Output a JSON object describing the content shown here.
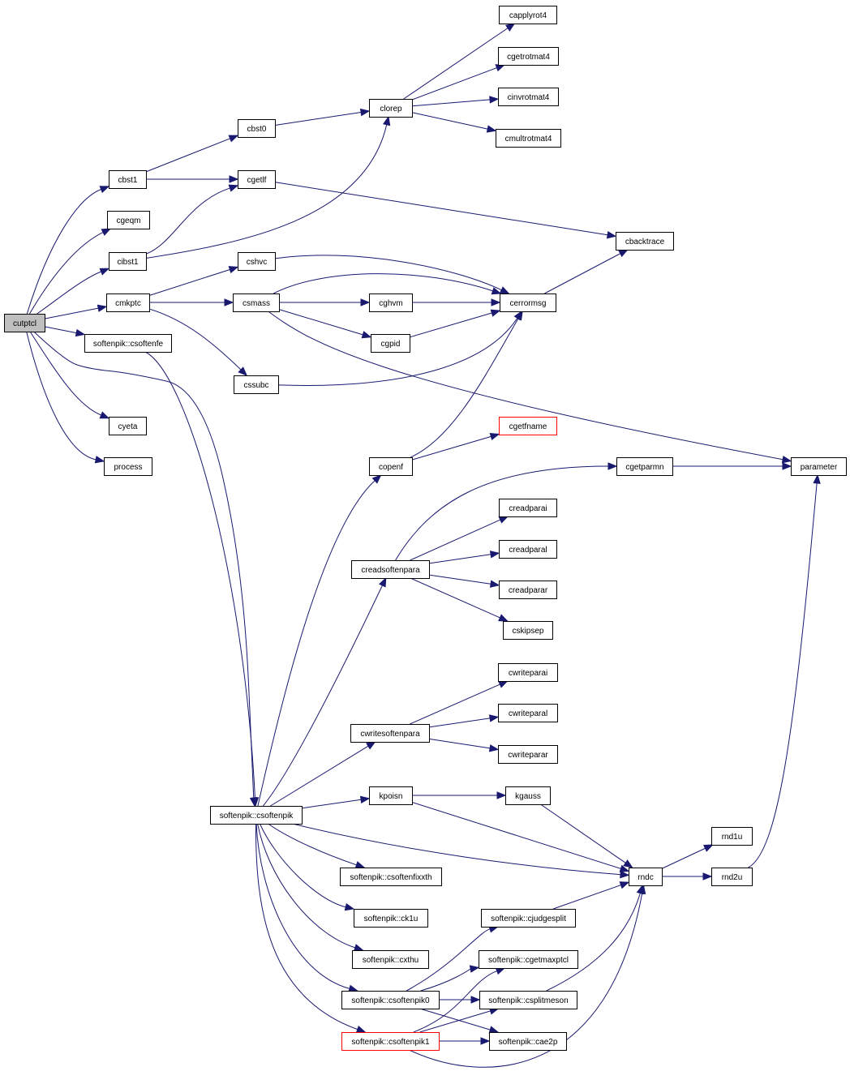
{
  "graph": {
    "edge_color": "#191970",
    "root_fill": "#bfbfbf",
    "missing_stroke": "#ff0000",
    "nodes": [
      {
        "id": "cutptcl",
        "label": "cutptcl",
        "root": true
      },
      {
        "id": "cbst1",
        "label": "cbst1"
      },
      {
        "id": "cgeqm",
        "label": "cgeqm"
      },
      {
        "id": "cibst1",
        "label": "cibst1"
      },
      {
        "id": "cmkptc",
        "label": "cmkptc"
      },
      {
        "id": "csoftenfe",
        "label": "softenpik::csoftenfe"
      },
      {
        "id": "cyeta",
        "label": "cyeta"
      },
      {
        "id": "process",
        "label": "process"
      },
      {
        "id": "csoftenpik",
        "label": "softenpik::csoftenpik"
      },
      {
        "id": "cbst0",
        "label": "cbst0"
      },
      {
        "id": "cgetlf",
        "label": "cgetlf"
      },
      {
        "id": "cshvc",
        "label": "cshvc"
      },
      {
        "id": "csmass",
        "label": "csmass"
      },
      {
        "id": "cssubc",
        "label": "cssubc"
      },
      {
        "id": "clorep",
        "label": "clorep"
      },
      {
        "id": "capplyrot4",
        "label": "capplyrot4"
      },
      {
        "id": "cgetrotmat4",
        "label": "cgetrotmat4"
      },
      {
        "id": "cinvrotmat4",
        "label": "cinvrotmat4"
      },
      {
        "id": "cmultrotmat4",
        "label": "cmultrotmat4"
      },
      {
        "id": "cbacktrace",
        "label": "cbacktrace"
      },
      {
        "id": "cghvm",
        "label": "cghvm"
      },
      {
        "id": "cgpid",
        "label": "cgpid"
      },
      {
        "id": "cerrormsg",
        "label": "cerrormsg"
      },
      {
        "id": "copenf",
        "label": "copenf"
      },
      {
        "id": "cgetfname",
        "label": "cgetfname",
        "missing": true
      },
      {
        "id": "cgetparmn",
        "label": "cgetparmn"
      },
      {
        "id": "parameter",
        "label": "parameter"
      },
      {
        "id": "creadsoftenpara",
        "label": "creadsoftenpara"
      },
      {
        "id": "creadparai",
        "label": "creadparai"
      },
      {
        "id": "creadparal",
        "label": "creadparal"
      },
      {
        "id": "creadparar",
        "label": "creadparar"
      },
      {
        "id": "cskipsep",
        "label": "cskipsep"
      },
      {
        "id": "cwritesoftenpara",
        "label": "cwritesoftenpara"
      },
      {
        "id": "cwriteparai",
        "label": "cwriteparai"
      },
      {
        "id": "cwriteparal",
        "label": "cwriteparal"
      },
      {
        "id": "cwriteparar",
        "label": "cwriteparar"
      },
      {
        "id": "kpoisn",
        "label": "kpoisn"
      },
      {
        "id": "kgauss",
        "label": "kgauss"
      },
      {
        "id": "rndc",
        "label": "rndc"
      },
      {
        "id": "rnd1u",
        "label": "rnd1u"
      },
      {
        "id": "rnd2u",
        "label": "rnd2u"
      },
      {
        "id": "csoftenfixxth",
        "label": "softenpik::csoftenfixxth"
      },
      {
        "id": "ck1u",
        "label": "softenpik::ck1u"
      },
      {
        "id": "cxthu",
        "label": "softenpik::cxthu"
      },
      {
        "id": "cjudgesplit",
        "label": "softenpik::cjudgesplit"
      },
      {
        "id": "cgetmaxptcl",
        "label": "softenpik::cgetmaxptcl"
      },
      {
        "id": "csoftenpik0",
        "label": "softenpik::csoftenpik0"
      },
      {
        "id": "csplitmeson",
        "label": "softenpik::csplitmeson"
      },
      {
        "id": "csoftenpik1",
        "label": "softenpik::csoftenpik1",
        "missing": true
      },
      {
        "id": "cae2p",
        "label": "softenpik::cae2p"
      }
    ],
    "edges": [
      [
        "cutptcl",
        "cbst1"
      ],
      [
        "cutptcl",
        "cgeqm"
      ],
      [
        "cutptcl",
        "cibst1"
      ],
      [
        "cutptcl",
        "cmkptc"
      ],
      [
        "cutptcl",
        "csoftenfe"
      ],
      [
        "cutptcl",
        "cyeta"
      ],
      [
        "cutptcl",
        "process"
      ],
      [
        "cutptcl",
        "csoftenpik"
      ],
      [
        "cbst1",
        "cbst0"
      ],
      [
        "cbst1",
        "cgetlf"
      ],
      [
        "cbst0",
        "clorep"
      ],
      [
        "clorep",
        "capplyrot4"
      ],
      [
        "clorep",
        "cgetrotmat4"
      ],
      [
        "clorep",
        "cinvrotmat4"
      ],
      [
        "clorep",
        "cmultrotmat4"
      ],
      [
        "cgetlf",
        "cbacktrace"
      ],
      [
        "cibst1",
        "cgetlf"
      ],
      [
        "cibst1",
        "clorep"
      ],
      [
        "cmkptc",
        "cshvc"
      ],
      [
        "cmkptc",
        "csmass"
      ],
      [
        "cmkptc",
        "cssubc"
      ],
      [
        "cshvc",
        "cerrormsg"
      ],
      [
        "csmass",
        "cerrormsg"
      ],
      [
        "csmass",
        "cghvm"
      ],
      [
        "csmass",
        "cgpid"
      ],
      [
        "csmass",
        "parameter"
      ],
      [
        "cghvm",
        "cerrormsg"
      ],
      [
        "cgpid",
        "cerrormsg"
      ],
      [
        "cssubc",
        "cerrormsg"
      ],
      [
        "cerrormsg",
        "cbacktrace"
      ],
      [
        "csoftenfe",
        "csoftenpik"
      ],
      [
        "copenf",
        "cerrormsg"
      ],
      [
        "copenf",
        "cgetfname"
      ],
      [
        "cgetparmn",
        "parameter"
      ],
      [
        "creadsoftenpara",
        "cgetparmn"
      ],
      [
        "creadsoftenpara",
        "creadparai"
      ],
      [
        "creadsoftenpara",
        "creadparal"
      ],
      [
        "creadsoftenpara",
        "creadparar"
      ],
      [
        "creadsoftenpara",
        "cskipsep"
      ],
      [
        "cwritesoftenpara",
        "cwriteparai"
      ],
      [
        "cwritesoftenpara",
        "cwriteparal"
      ],
      [
        "cwritesoftenpara",
        "cwriteparar"
      ],
      [
        "csoftenpik",
        "copenf"
      ],
      [
        "csoftenpik",
        "creadsoftenpara"
      ],
      [
        "csoftenpik",
        "cwritesoftenpara"
      ],
      [
        "csoftenpik",
        "kpoisn"
      ],
      [
        "csoftenpik",
        "rndc"
      ],
      [
        "csoftenpik",
        "csoftenfixxth"
      ],
      [
        "csoftenpik",
        "ck1u"
      ],
      [
        "csoftenpik",
        "cxthu"
      ],
      [
        "csoftenpik",
        "csoftenpik0"
      ],
      [
        "csoftenpik",
        "csoftenpik1"
      ],
      [
        "kpoisn",
        "kgauss"
      ],
      [
        "kpoisn",
        "rndc"
      ],
      [
        "kgauss",
        "rndc"
      ],
      [
        "rndc",
        "rnd1u"
      ],
      [
        "rndc",
        "rnd2u"
      ],
      [
        "rnd2u",
        "parameter"
      ],
      [
        "cjudgesplit",
        "rndc"
      ],
      [
        "csoftenpik0",
        "cjudgesplit"
      ],
      [
        "csoftenpik0",
        "cgetmaxptcl"
      ],
      [
        "csoftenpik0",
        "csplitmeson"
      ],
      [
        "csoftenpik0",
        "cae2p"
      ],
      [
        "csplitmeson",
        "rndc"
      ],
      [
        "csoftenpik1",
        "cgetmaxptcl"
      ],
      [
        "csoftenpik1",
        "csplitmeson"
      ],
      [
        "csoftenpik1",
        "cae2p"
      ],
      [
        "csoftenpik1",
        "rndc"
      ]
    ]
  }
}
